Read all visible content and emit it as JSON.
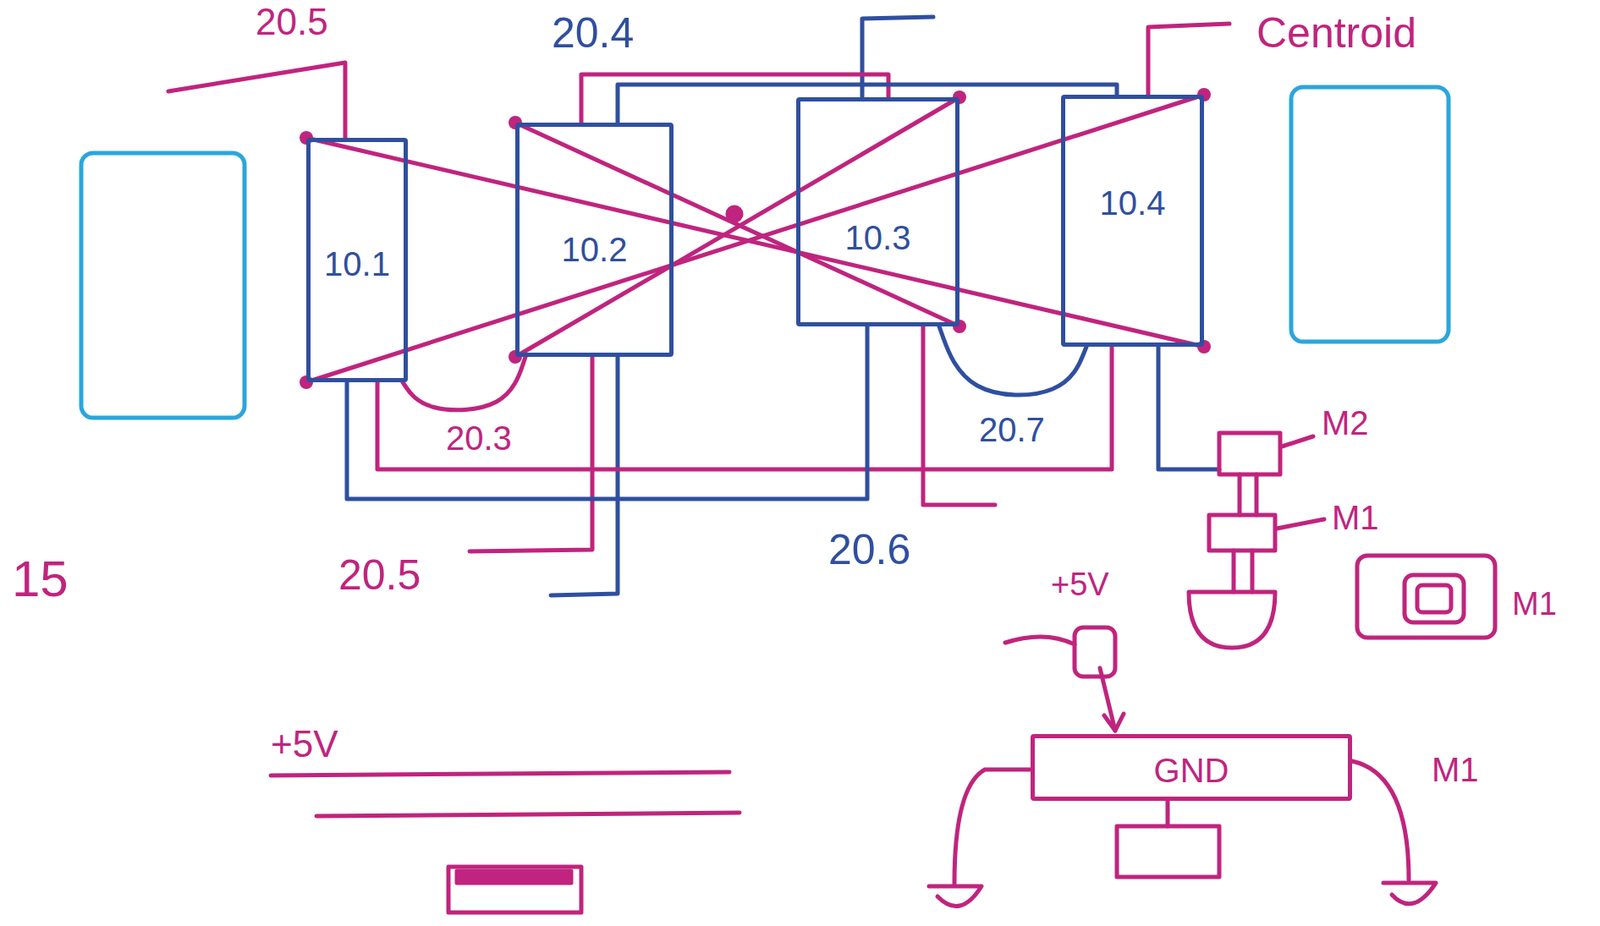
{
  "diagram": {
    "nodes": [
      {
        "text": [
          "10.1"
        ]
      },
      {
        "text": [
          "10.2"
        ]
      },
      {
        "text": [
          "10.3"
        ]
      },
      {
        "text": [
          "10.4"
        ]
      },
      {
        "text": [
          "GND"
        ]
      }
    ],
    "edges": [
      {
        "from": 0,
        "to": 3,
        "arrow": "none"
      },
      {
        "from": 0,
        "to": 3,
        "arrow": "none"
      },
      {
        "from": 1,
        "to": 2,
        "arrow": "none"
      },
      {
        "from": 1,
        "to": 2,
        "arrow": "none"
      },
      {
        "from": 1,
        "to": 2,
        "arrow": "none"
      },
      {
        "from": 1,
        "to": 3,
        "arrow": "none"
      },
      {
        "from": 0,
        "to": 1,
        "arrow": "none"
      },
      {
        "from": 2,
        "to": 3,
        "arrow": "none"
      },
      {
        "from": 0,
        "to": 3,
        "arrow": "none"
      },
      {
        "from": 0,
        "to": 2,
        "arrow": "none"
      }
    ],
    "labels": [
      "20.5",
      "20.4",
      "Centroid",
      "20.3",
      "20.7",
      "M2",
      "M1",
      "20.5",
      "20.6",
      "+5V",
      "M1",
      "15",
      "+5V",
      "M1"
    ]
  }
}
